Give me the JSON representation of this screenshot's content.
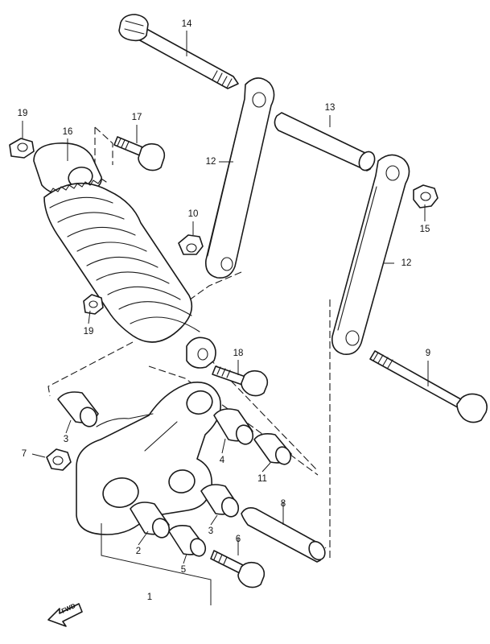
{
  "diagram": {
    "callouts": {
      "c1": "1",
      "c2": "2",
      "c3a": "3",
      "c3b": "3",
      "c4": "4",
      "c5": "5",
      "c6": "6",
      "c7": "7",
      "c8": "8",
      "c9": "9",
      "c10": "10",
      "c11": "11",
      "c12a": "12",
      "c12b": "12",
      "c13": "13",
      "c14": "14",
      "c15": "15",
      "c16": "16",
      "c17": "17",
      "c18": "18",
      "c19a": "19",
      "c19b": "19"
    },
    "fwd_arrow_label": "FWD"
  }
}
